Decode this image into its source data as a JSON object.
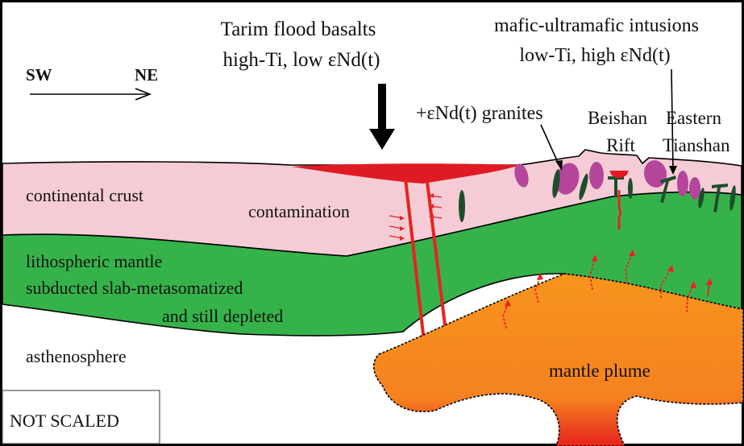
{
  "labels": {
    "direction_start": "SW",
    "direction_end": "NE",
    "tarim_line1": "Tarim flood basalts",
    "tarim_line2": "high-Ti, low εNd(t)",
    "intrusions_line1": "mafic-ultramafic intusions",
    "intrusions_line2": "low-Ti, high εNd(t)",
    "granites": "+εNd(t) granites",
    "beishan_line1": "Beishan",
    "beishan_line2": "Rift",
    "eastern_line1": "Eastern",
    "eastern_line2": "Tianshan",
    "crust": "continental crust",
    "contamination": "contamination",
    "lith_line1": "lithospheric mantle",
    "lith_line2": "subducted slab-metasomatized",
    "lith_line3": "and still depleted",
    "asthenosphere": "asthenosphere",
    "plume": "mantle plume",
    "scale_note": "NOT SCALED"
  },
  "colors": {
    "crust": "#f5ccd6",
    "lithosphere": "#35b34a",
    "plume_top": "#f7941d",
    "plume_bottom": "#e8231f",
    "basalt": "#e01a22",
    "granite": "#b5469b",
    "intrusion": "#1f4d2c"
  }
}
